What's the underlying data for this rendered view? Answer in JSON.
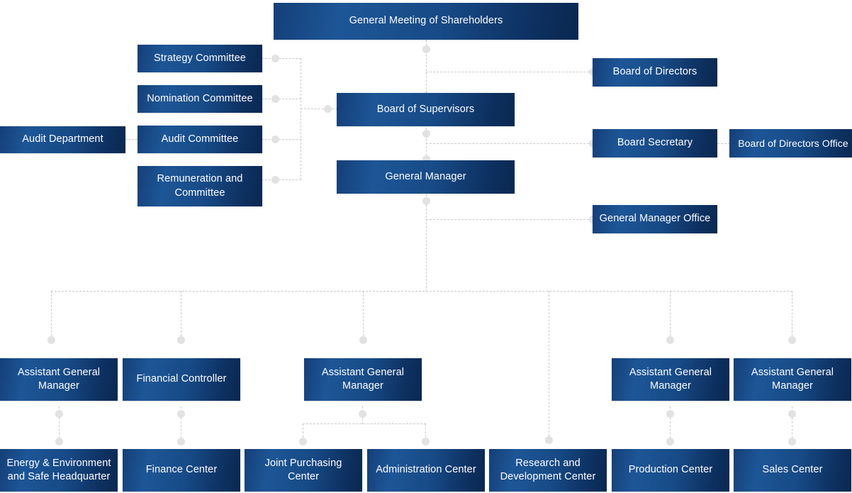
{
  "chart": {
    "title_node": "General Meeting of Shareholders",
    "type": "organizational-chart",
    "palette": {
      "node_gradient_start": "#153f78",
      "node_gradient_mid": "#1d5697",
      "node_gradient_end": "#0a2850",
      "node_text": "#ffffff",
      "connector_line": "#c9c9c9",
      "connector_dot": "#e2e2e2",
      "background": "#ffffff"
    },
    "nodes": {
      "general_meeting": "General Meeting of Shareholders",
      "board_of_directors": "Board of Directors",
      "board_of_supervisors": "Board of Supervisors",
      "general_manager": "General Manager",
      "board_secretary": "Board Secretary",
      "board_of_directors_office": "Board of Directors Office",
      "general_manager_office": "General Manager Office",
      "strategy_committee": "Strategy Committee",
      "nomination_committee": "Nomination Committee",
      "audit_committee": "Audit Committee",
      "remuneration_committee": "Remuneration and Committee",
      "audit_department": "Audit Department",
      "assistant_gm_1": "Assistant General Manager",
      "financial_controller": "Financial Controller",
      "assistant_gm_2": "Assistant General Manager",
      "assistant_gm_3": "Assistant General Manager",
      "assistant_gm_4": "Assistant General Manager",
      "energy_environment": "Energy & Environment and Safe Headquarter",
      "finance_center": "Finance Center",
      "joint_purchasing_center": "Joint Purchasing Center",
      "administration_center": "Administration Center",
      "research_development_center": "Research and Development Center",
      "production_center": "Production Center",
      "sales_center": "Sales Center"
    }
  }
}
